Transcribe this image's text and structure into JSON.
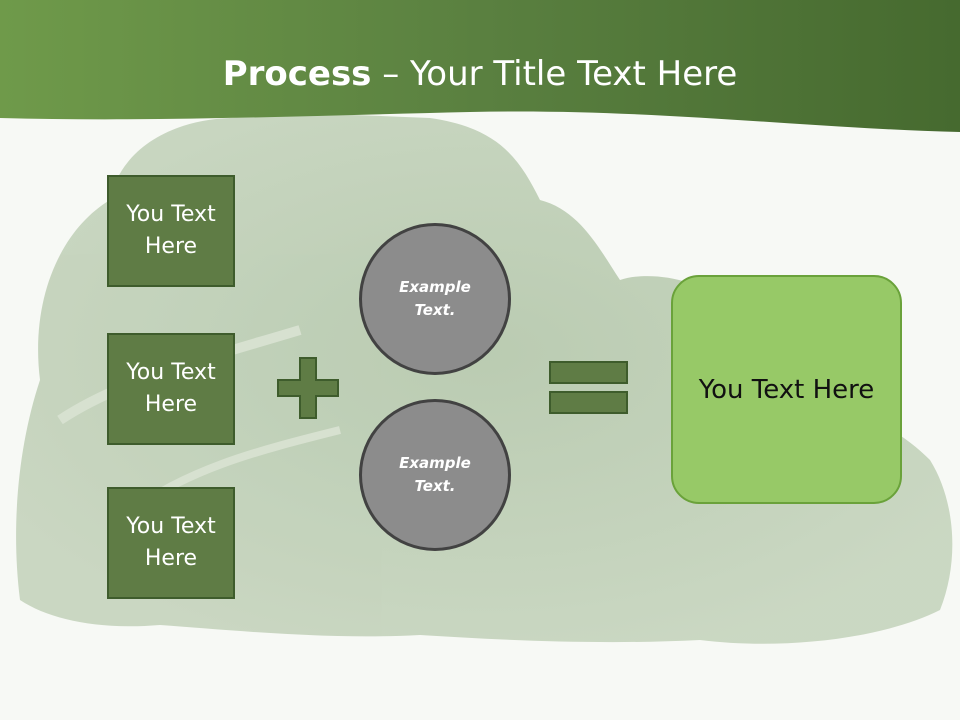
{
  "slide": {
    "title_bold": "Process",
    "title_rest": " – Your Title Text Here"
  },
  "left_boxes": [
    {
      "label": "You Text\nHere"
    },
    {
      "label": "You Text\nHere"
    },
    {
      "label": "You Text\nHere"
    }
  ],
  "circles": [
    {
      "label": "Example\nText."
    },
    {
      "label": "Example\nText."
    }
  ],
  "result": {
    "label": "You Text Here"
  },
  "colors": {
    "header_green": "#56793a",
    "box_fill": "#5f7c45",
    "circle_fill": "#8c8c8c",
    "result_fill": "#97c967"
  },
  "icons": {
    "operator_1": "plus-icon",
    "operator_2": "equals-icon"
  }
}
